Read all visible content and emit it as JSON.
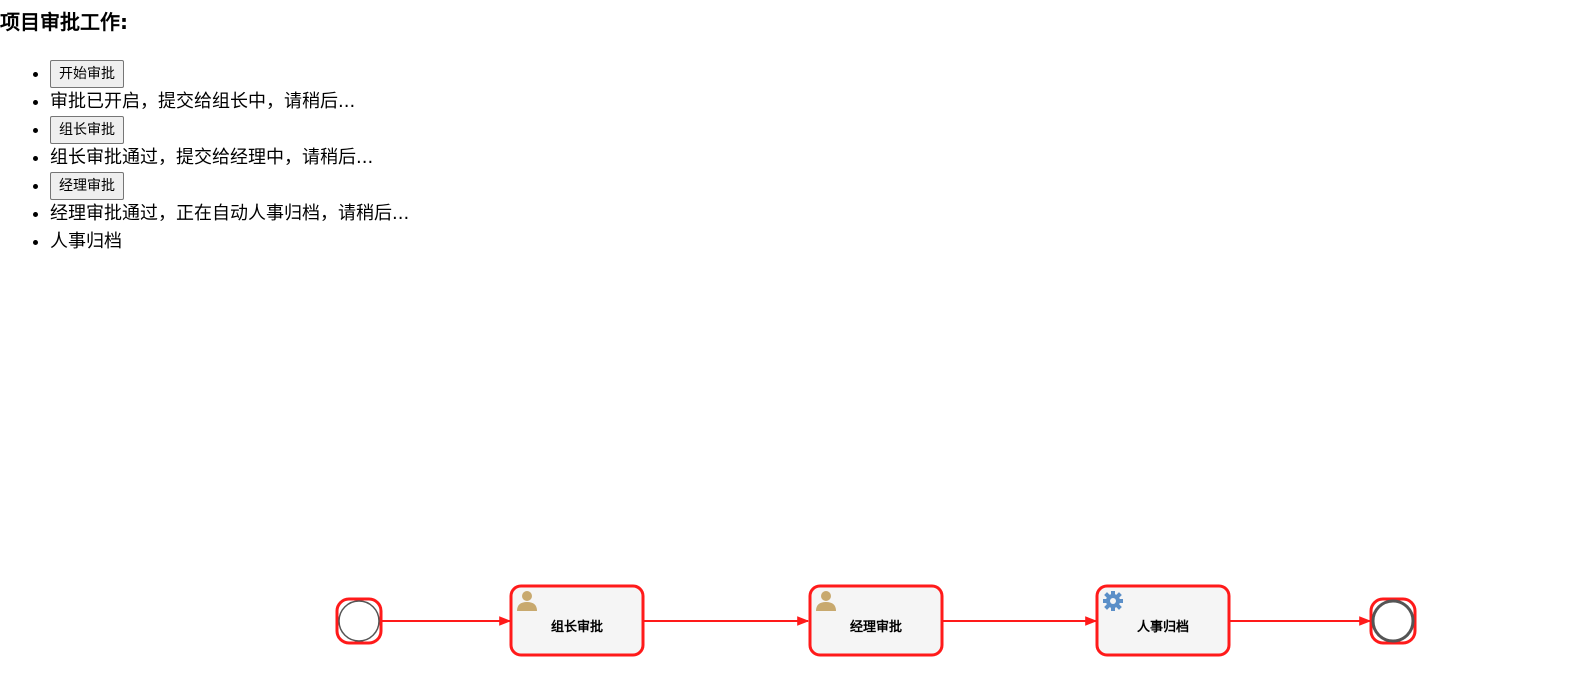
{
  "title": "项目审批工作:",
  "steps": {
    "start_button": "开始审批",
    "msg_started": "审批已开启，提交给组长中，请稍后...",
    "leader_button": "组长审批",
    "msg_leader": "组长审批通过，提交给经理中，请稍后...",
    "manager_button": "经理审批",
    "msg_manager": "经理审批通过，正在自动人事归档，请稍后...",
    "hr_archive": "人事归档"
  },
  "diagram": {
    "nodes": [
      {
        "label": "组长审批",
        "icon": "user-icon"
      },
      {
        "label": "经理审批",
        "icon": "user-icon"
      },
      {
        "label": "人事归档",
        "icon": "gear-icon"
      }
    ],
    "colors": {
      "highlight": "#ff1a1a",
      "user_icon": "#c8a96e",
      "gear_icon": "#5b8fc8",
      "node_fill": "#f5f5f5"
    }
  }
}
